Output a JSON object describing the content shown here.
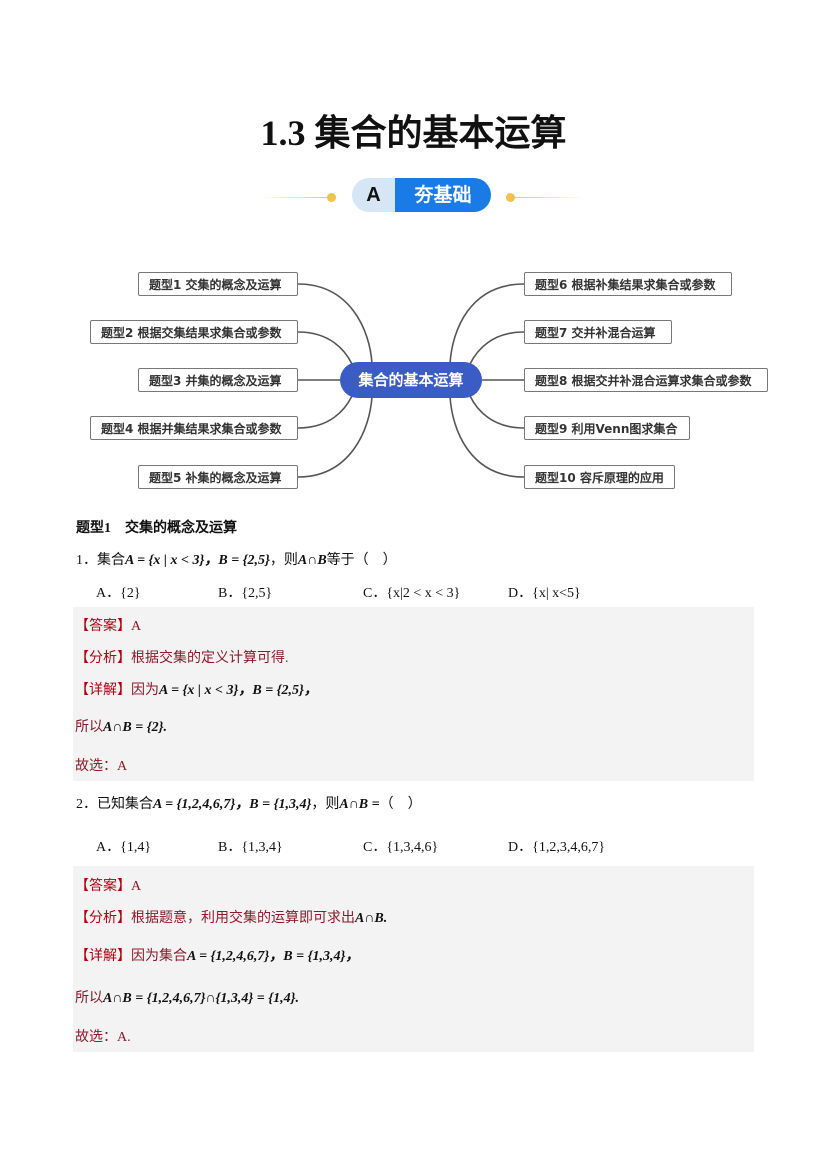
{
  "title": "1.3 集合的基本运算",
  "badge": {
    "letter": "A",
    "label": "夯基础"
  },
  "mindmap": {
    "center": "集合的基本运算",
    "left": [
      "题型1  交集的概念及运算",
      "题型2  根据交集结果求集合或参数",
      "题型3  并集的概念及运算",
      "题型4  根据并集结果求集合或参数",
      "题型5  补集的概念及运算"
    ],
    "right": [
      "题型6  根据补集结果求集合或参数",
      "题型7  交并补混合运算",
      "题型8  根据交并补混合运算求集合或参数",
      "题型9  利用Venn图求集合",
      "题型10 容斥原理的应用"
    ]
  },
  "section": "题型1　交集的概念及运算",
  "q1": {
    "stem_pre": "1．集合",
    "math1": "A = {x | x < 3}，B = {2,5}",
    "mid": "，则",
    "math2": "A∩B",
    "post": "等于（　）",
    "options": [
      "A．{2}",
      "B．{2,5}",
      "C．{x|2 < x < 3}",
      "D．{x| x<5}"
    ],
    "answer_tag": "【答案】",
    "answer": "A",
    "analysis_tag": "【分析】",
    "analysis": "根据交集的定义计算可得.",
    "detail_tag": "【详解】",
    "detail_pre": "因为",
    "detail_math": "A = {x | x < 3}，B = {2,5}，",
    "so_pre": "所以",
    "so_math": "A∩B = {2}.",
    "choose": "故选：A"
  },
  "q2": {
    "stem_pre": "2．已知集合",
    "math1": "A = {1,2,4,6,7}，B = {1,3,4}",
    "mid": "，则",
    "math2": "A∩B =",
    "post": "（　）",
    "options": [
      "A．{1,4}",
      "B．{1,3,4}",
      "C．{1,3,4,6}",
      "D．{1,2,3,4,6,7}"
    ],
    "answer_tag": "【答案】",
    "answer": "A",
    "analysis_tag": "【分析】",
    "analysis": "根据题意，利用交集的运算即可求出",
    "analysis_math": "A∩B.",
    "detail_tag": "【详解】",
    "detail_pre": "因为集合",
    "detail_math": "A = {1,2,4,6,7}，B = {1,3,4}，",
    "so_pre": "所以",
    "so_math": "A∩B = {1,2,4,6,7}∩{1,3,4} = {1,4}.",
    "choose": "故选：A."
  }
}
